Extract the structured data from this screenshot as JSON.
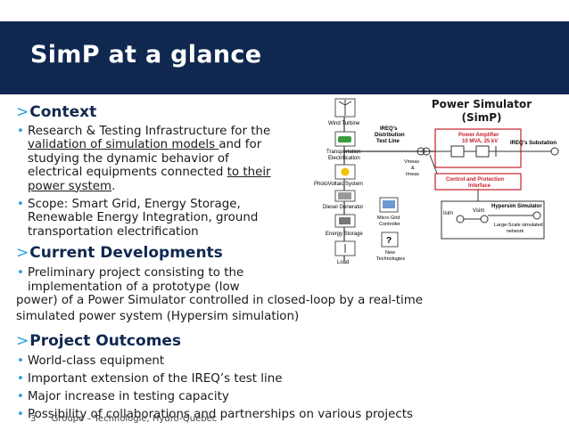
{
  "slide": {
    "title": "SimP at a glance",
    "footer_page": "3",
    "footer_text": "Groupe – Technologie, Hydro-Québec"
  },
  "sections": {
    "context": {
      "heading": "Context",
      "b1_a": "Research & Testing Infrastructure for the",
      "b1_b": "validation of simulation models ",
      "b1_c": "and for",
      "b1_d": "studying the dynamic behavior of",
      "b1_e": "electrical equipments connected ",
      "b1_f": "to their",
      "b1_g": "power system",
      "b1_h": ".",
      "b2_a": "Scope: Smart Grid, Energy Storage,",
      "b2_b": "Renewable Energy Integration, ground",
      "b2_c": "transportation electrification"
    },
    "current": {
      "heading": "Current Developments",
      "b1_a": "Preliminary project consisting to the",
      "b1_b": "implementation of a prototype (low",
      "b1_c": "power) of a Power Simulator controlled in closed-loop by a real-time",
      "b1_d": "simulated power system (Hypersim simulation)"
    },
    "outcomes": {
      "heading": "Project Outcomes",
      "items": [
        "World-class equipment",
        "Important extension of the IREQ’s test line",
        "Major increase in testing capacity",
        "Possibility of collaborations and partnerships on various projects"
      ]
    }
  },
  "diagram": {
    "title_1": "Power Simulator",
    "title_2": "(SimP)",
    "wind": "Wind Turbine",
    "transport_1": "Transportation",
    "transport_2": "Electrification",
    "pv": "PhotoVoltaic System",
    "diesel": "Diesel Generator",
    "storage": "Energy Storage",
    "load": "Load",
    "dist_1": "IREQ's",
    "dist_2": "Distribution",
    "dist_3": "Test Line",
    "microgrid_1": "Micro Grid",
    "microgrid_2": "Controller",
    "newtech_1": "New",
    "newtech_2": "Technologies",
    "unknown": "?",
    "vmeas_1": "Vmeas",
    "vmeas_2": "&",
    "vmeas_3": "Imeas",
    "amp_1": "Power Amplifier",
    "amp_2": "10 MVA, 25 kV",
    "substation": "IREQ's Substation",
    "control_1": "Control and Protection",
    "control_2": "Interface",
    "hypersim": "Hypersim Simulator",
    "isim": "Isim",
    "vsim": "Vsim",
    "network_1": "Large-Scale simulated",
    "network_2": "network",
    "colors": {
      "red": "#c8202b",
      "navy": "#10284f",
      "accent": "#2a9fd8"
    }
  }
}
